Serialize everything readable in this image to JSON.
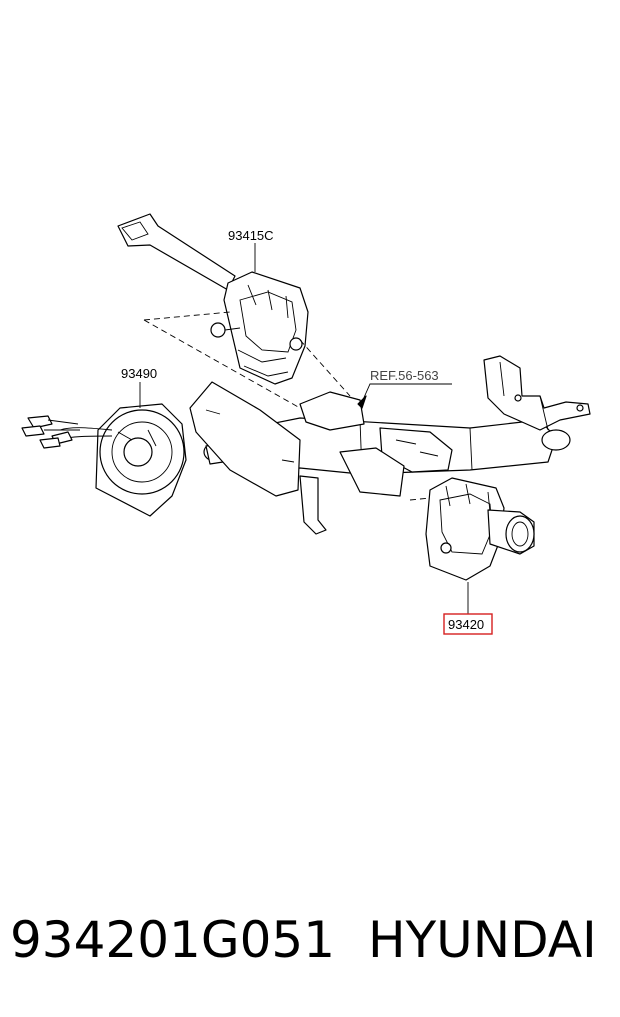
{
  "diagram": {
    "callouts": {
      "multifunction_switch": "93415C",
      "clock_spring": "93490",
      "reference": "REF.56-563",
      "highlighted_switch": "93420"
    },
    "highlight_color": "#d62020"
  },
  "footer": {
    "part_number": "934201G051",
    "brand": "HYUNDAI"
  }
}
